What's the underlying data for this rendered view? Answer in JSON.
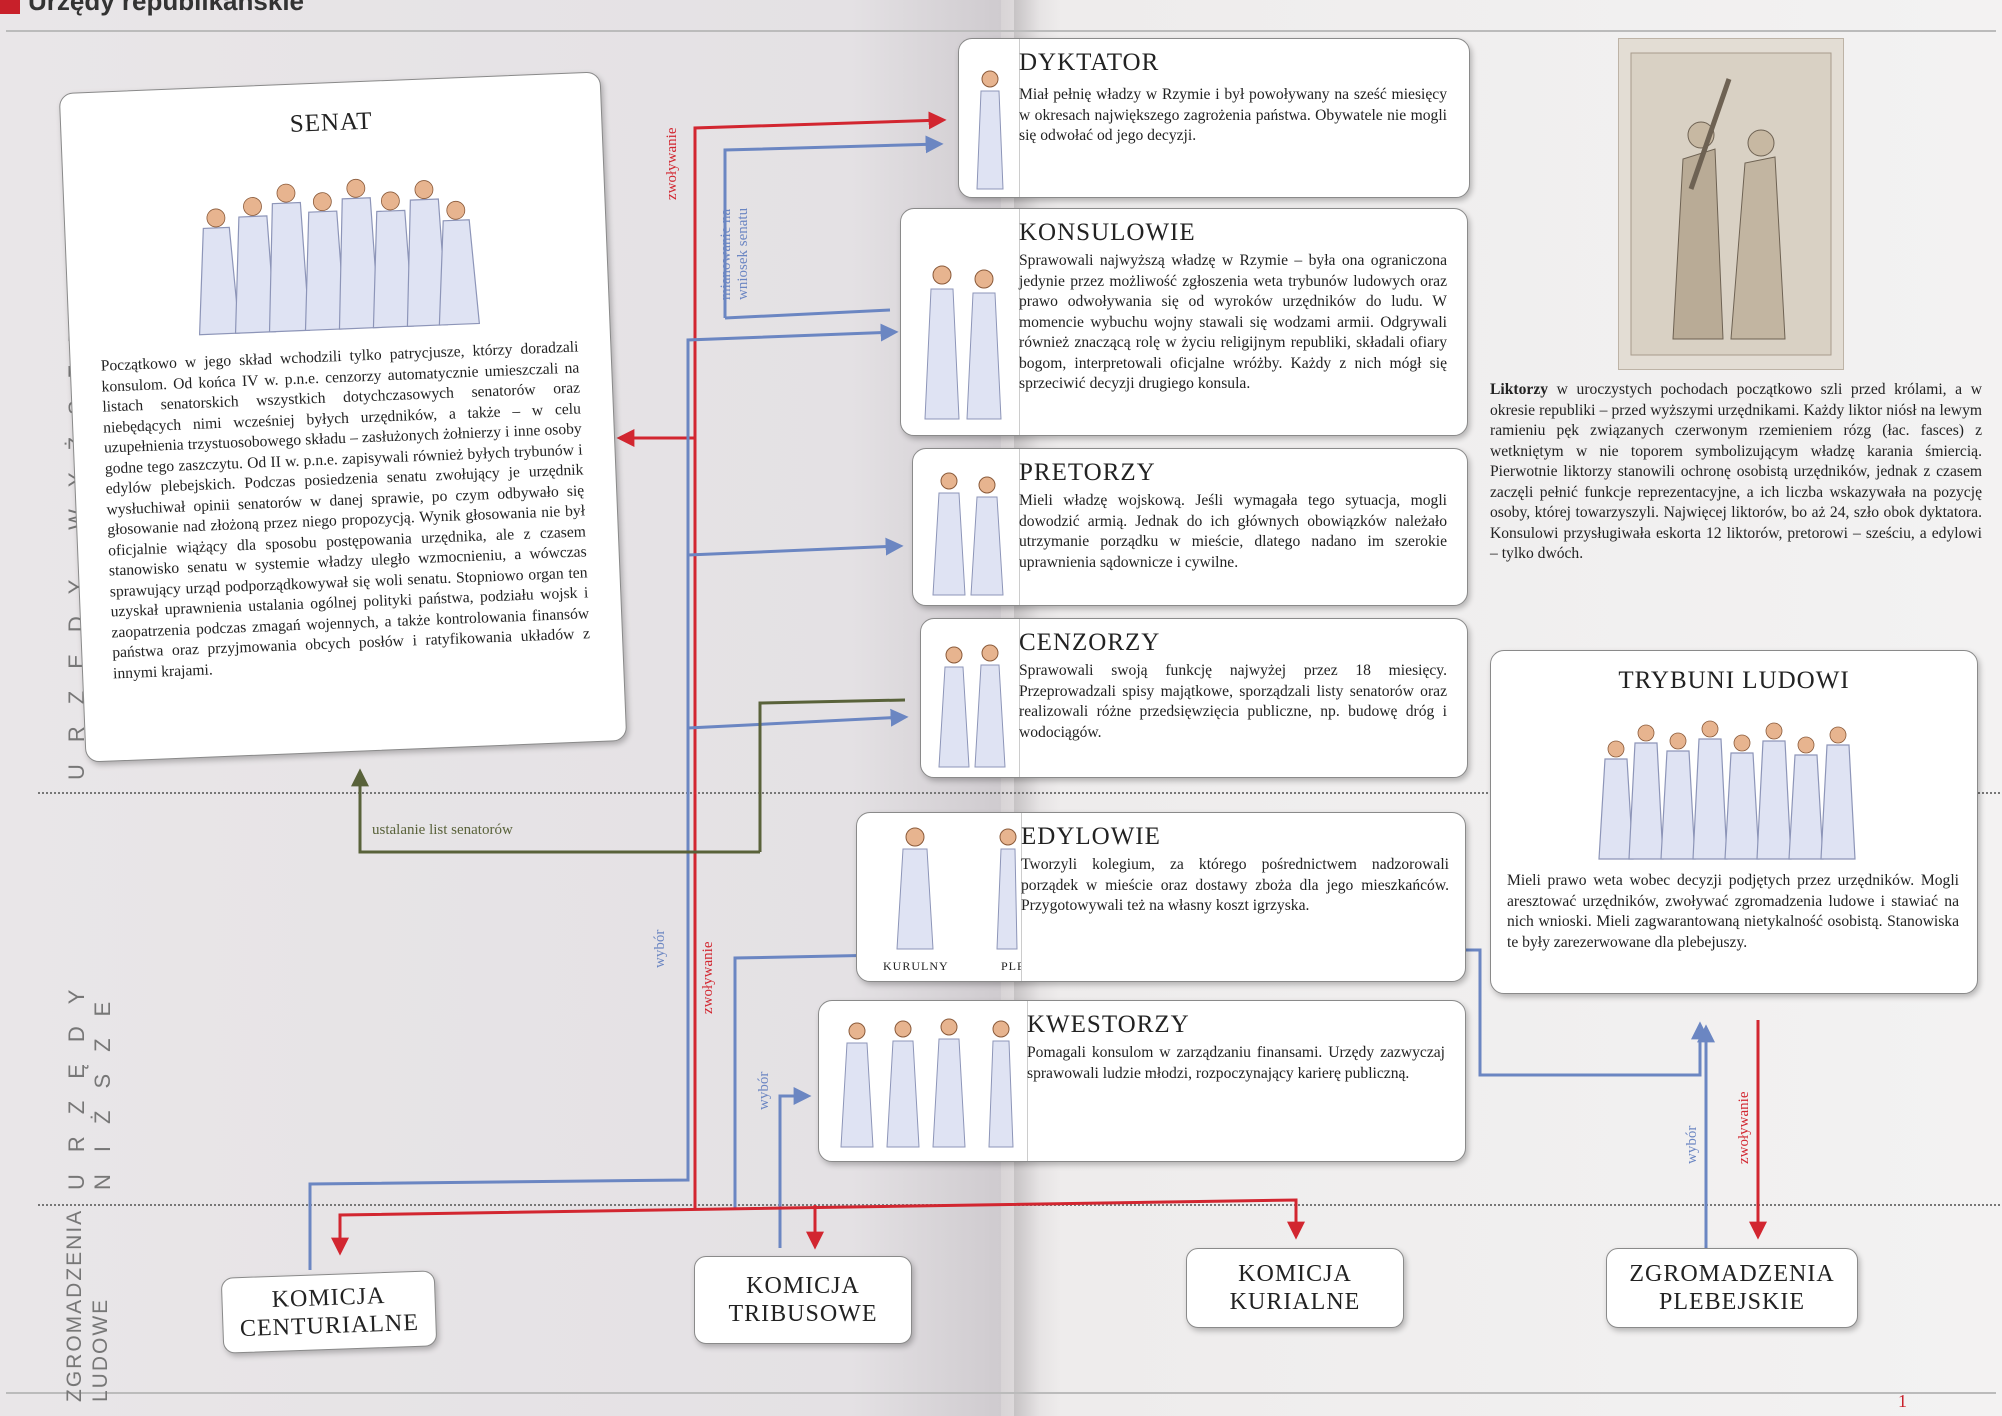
{
  "heading": "Urzędy republikańskie",
  "side_labels": {
    "upper": "URZĘDY WYŻSZE",
    "lower": "URZĘDY NIŻSZE",
    "assemblies": "ZGROMADZENIA LUDOWE"
  },
  "senat": {
    "title": "SENAT",
    "text": "Początkowo w jego skład wchodzili tylko patrycjusze, którzy doradzali konsulom. Od końca IV w. p.n.e. cenzorzy automatycznie umieszczali na listach senatorskich wszystkich dotychczasowych senatorów oraz niebędących nimi wcześniej byłych urzędników, a także – w celu uzupełnienia trzystuosobowego składu – zasłużonych żołnierzy i inne osoby godne tego zaszczytu. Od II w. p.n.e. zapisywali również byłych trybunów i edylów plebejskich. Podczas posiedzenia senatu zwołujący je urzędnik wysłuchiwał opinii senatorów w danej sprawie, po czym odbywało się głosowanie nad złożoną przez niego propozycją. Wynik głosowania nie był oficjalnie wiążący dla sposobu postępowania urzędnika, ale z czasem stanowisko senatu w systemie władzy uległo wzmocnieniu, a wówczas sprawujący urząd podporządkowywał się woli senatu. Stopniowo organ ten uzyskał uprawnienia ustalania ogólnej polityki państwa, podziału wojsk i zaopatrzenia podczas zmagań wojennych, a także kontrolowania finansów państwa oraz przyjmowania obcych posłów i ratyfikowania układów z innymi krajami."
  },
  "offices": [
    {
      "title": "DYKTATOR",
      "text": "Miał pełnię władzy w Rzymie i był powoływany na sześć miesięcy w okresach największego zagrożenia państwa. Obywatele nie mogli się odwołać od jego decyzji."
    },
    {
      "title": "KONSULOWIE",
      "text": "Sprawowali najwyższą władzę w Rzymie – była ona ograniczona jedynie przez możliwość zgłoszenia weta trybunów ludowych oraz prawo odwoływania się od wyroków urzędników do ludu. W momencie wybuchu wojny stawali się wodzami armii. Odgrywali również znaczącą rolę w życiu religijnym republiki, składali ofiary bogom, interpretowali oficjalne wróżby. Każdy z nich mógł się sprzeciwić decyzji drugiego konsula."
    },
    {
      "title": "PRETORZY",
      "text": "Mieli władzę wojskową. Jeśli wymagała tego sytuacja, mogli dowodzić armią. Jednak do ich głównych obowiązków należało utrzymanie porządku w mieście, dlatego nadano im szerokie uprawnienia sądownicze i cywilne."
    },
    {
      "title": "CENZORZY",
      "text": "Sprawowali swoją funkcję najwyżej przez 18 miesięcy. Przeprowadzali spisy majątkowe, sporządzali listy senatorów oraz realizowali różne przedsięwzięcia publiczne, np. budowę dróg i wodociągów."
    },
    {
      "title": "EDYLOWIE",
      "text": "Tworzyli kolegium, za którego pośrednictwem nadzorowali porządek w mieście oraz dostawy zboża dla jego mieszkańców. Przygotowywali też na własny koszt igrzyska."
    },
    {
      "title": "KWESTORZY",
      "text": "Pomagali konsulom w zarządzaniu finansami. Urzędy zazwyczaj sprawowali ludzie młodzi, rozpoczynający karierę publiczną."
    }
  ],
  "edylowie_labels": [
    "KURULNY",
    "PLEBEJSKI"
  ],
  "liktorzy": {
    "lead": "Liktorzy",
    "text": " w uroczystych pochodach początkowo szli przed królami, a w okresie republiki – przed wyższymi urzędnikami. Każdy liktor niósł na lewym ramieniu pęk związanych czerwonym rzemieniem rózg (łac. fasces) z wetkniętym w nie toporem symbolizującym władzę karania śmiercią. Pierwotnie liktorzy stanowili ochronę osobistą urzędników, jednak z czasem zaczęli pełnić funkcje reprezentacyjne, a ich liczba wskazywała na pozycję osoby, której towarzyszyli. Najwięcej liktorów, bo aż 24, szło obok dyktatora. Konsulowi przysługiwała eskorta 12 liktorów, pretorowi – sześciu, a edylowi – tylko dwóch."
  },
  "trybuni": {
    "title": "TRYBUNI LUDOWI",
    "text": "Mieli prawo weta wobec decyzji podjętych przez urzędników. Mogli aresztować urzędników, zwoływać zgromadzenia ludowe i stawiać na nich wnioski. Mieli zagwarantowaną nietykalność osobistą. Stanowiska te były zarezerwowane dla plebejuszy."
  },
  "assemblies": {
    "centurialne": "KOMICJA CENTURIALNE",
    "tribusowe": "KOMICJA TRIBUSOWE",
    "kurialne": "KOMICJA KURIALNE",
    "plebejskie": "ZGROMADZENIA PLEBEJSKIE"
  },
  "arrow_labels": {
    "zwolywanie": "zwoływanie",
    "mianowanie": "mianowanie na wniosek senatu",
    "wybor": "wybór",
    "ustalanie": "ustalanie list senatorów"
  },
  "page_number": "1",
  "colors": {
    "red": "#d22630",
    "blue": "#6b86c2",
    "green": "#59623a"
  }
}
